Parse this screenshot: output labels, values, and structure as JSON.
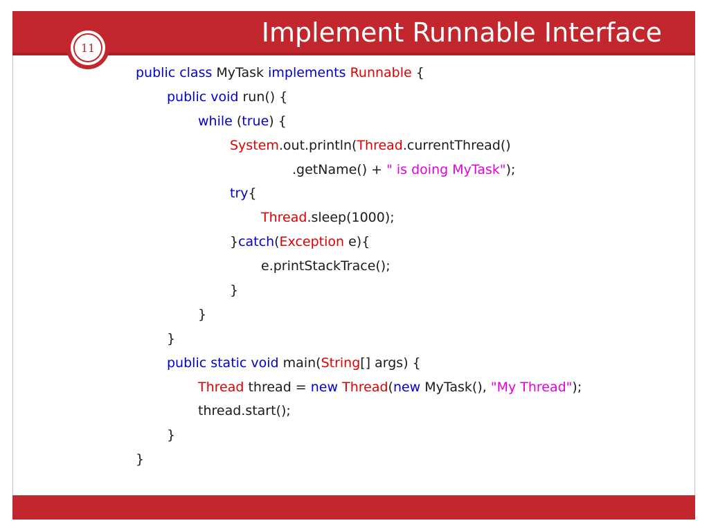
{
  "slide": {
    "number": "11",
    "title": "Implement Runnable Interface",
    "accent_color": "#c1272d"
  },
  "code": {
    "colors": {
      "keyword": "#0000d0",
      "type": "#e00000",
      "string": "#e000e0",
      "text": "#1a1a1a"
    },
    "lines": [
      {
        "indent": 0,
        "tokens": [
          {
            "t": "public class",
            "s": "kw"
          },
          {
            "t": " MyTask "
          },
          {
            "t": "implements",
            "s": "kw"
          },
          {
            "t": " "
          },
          {
            "t": "Runnable",
            "s": "typ"
          },
          {
            "t": " {"
          }
        ]
      },
      {
        "indent": 1,
        "tokens": [
          {
            "t": "public void",
            "s": "kw"
          },
          {
            "t": " run() {"
          }
        ]
      },
      {
        "indent": 2,
        "tokens": [
          {
            "t": "while",
            "s": "kw"
          },
          {
            "t": " ("
          },
          {
            "t": "true",
            "s": "kw"
          },
          {
            "t": ") {"
          }
        ]
      },
      {
        "indent": 3,
        "tokens": [
          {
            "t": "System",
            "s": "typ"
          },
          {
            "t": ".out.println("
          },
          {
            "t": "Thread",
            "s": "typ"
          },
          {
            "t": ".currentThread()"
          }
        ]
      },
      {
        "indent": 5,
        "tokens": [
          {
            "t": ".getName() + "
          },
          {
            "t": "\" is doing MyTask\"",
            "s": "str"
          },
          {
            "t": ");"
          }
        ]
      },
      {
        "indent": 3,
        "tokens": [
          {
            "t": "try",
            "s": "kw"
          },
          {
            "t": "{"
          }
        ]
      },
      {
        "indent": 4,
        "tokens": [
          {
            "t": "Thread",
            "s": "typ"
          },
          {
            "t": ".sleep(1000);"
          }
        ]
      },
      {
        "indent": 3,
        "tokens": [
          {
            "t": "}"
          },
          {
            "t": "catch",
            "s": "kw"
          },
          {
            "t": "("
          },
          {
            "t": "Exception",
            "s": "typ"
          },
          {
            "t": " e){"
          }
        ]
      },
      {
        "indent": 4,
        "tokens": [
          {
            "t": "e.printStackTrace();"
          }
        ]
      },
      {
        "indent": 3,
        "tokens": [
          {
            "t": "}"
          }
        ]
      },
      {
        "indent": 2,
        "tokens": [
          {
            "t": "}"
          }
        ]
      },
      {
        "indent": 1,
        "tokens": [
          {
            "t": "}"
          }
        ]
      },
      {
        "indent": 1,
        "tokens": [
          {
            "t": "public static void",
            "s": "kw"
          },
          {
            "t": " main("
          },
          {
            "t": "String",
            "s": "typ"
          },
          {
            "t": "[] args) {"
          }
        ]
      },
      {
        "indent": 2,
        "tokens": [
          {
            "t": "Thread",
            "s": "typ"
          },
          {
            "t": " thread = "
          },
          {
            "t": "new",
            "s": "kw"
          },
          {
            "t": " "
          },
          {
            "t": "Thread",
            "s": "typ"
          },
          {
            "t": "("
          },
          {
            "t": "new",
            "s": "kw"
          },
          {
            "t": " MyTask(), "
          },
          {
            "t": "\"My Thread\"",
            "s": "str"
          },
          {
            "t": ");"
          }
        ]
      },
      {
        "indent": 2,
        "tokens": [
          {
            "t": "thread.start();"
          }
        ]
      },
      {
        "indent": 1,
        "tokens": [
          {
            "t": "}"
          }
        ]
      },
      {
        "indent": 0,
        "tokens": [
          {
            "t": "}"
          }
        ]
      }
    ]
  }
}
